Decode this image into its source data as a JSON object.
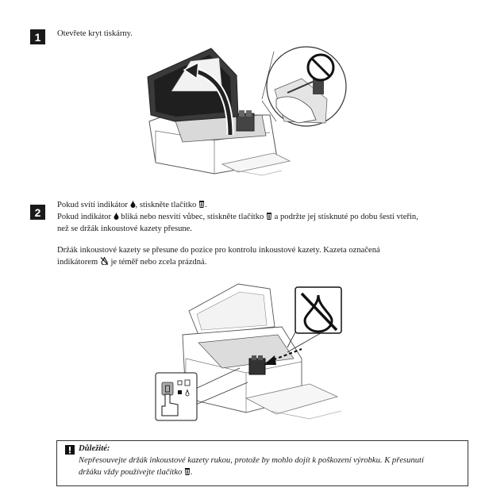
{
  "step1": {
    "number": "1",
    "text": "Otevřete kryt tiskárny."
  },
  "step2": {
    "number": "2",
    "line1_a": "Pokud svítí indikátor ",
    "line1_b": ", stiskněte tlačítko ",
    "line1_c": ".",
    "line2_a": "Pokud indikátor ",
    "line2_b": " bliká nebo nesvítí vůbec, stiskněte tlačítko ",
    "line2_c": " a podržte jej stisknuté po dobu šesti vteřin,",
    "line3": "než se držák inkoustové kazety přesune.",
    "para2_line1": "Držák inkoustové kazety se přesune do pozice pro kontrolu inkoustové kazety. Kazeta označená",
    "para2_line2_a": "indikátorem ",
    "para2_line2_b": " je téměř nebo zcela prázdná."
  },
  "note": {
    "title": "Důležité:",
    "body_a": "Nepřesouvejte držák inkoustové kazety rukou, protože by mohlo dojít k poškození výrobku. K přesunutí",
    "body_b": "držáku vždy používejte tlačítko ",
    "body_c": "."
  },
  "icons": {
    "ink_drop": "ink-drop-icon",
    "trash_button": "trash-icon",
    "no_ink": "empty-ink-icon",
    "warning": "warning-icon"
  }
}
